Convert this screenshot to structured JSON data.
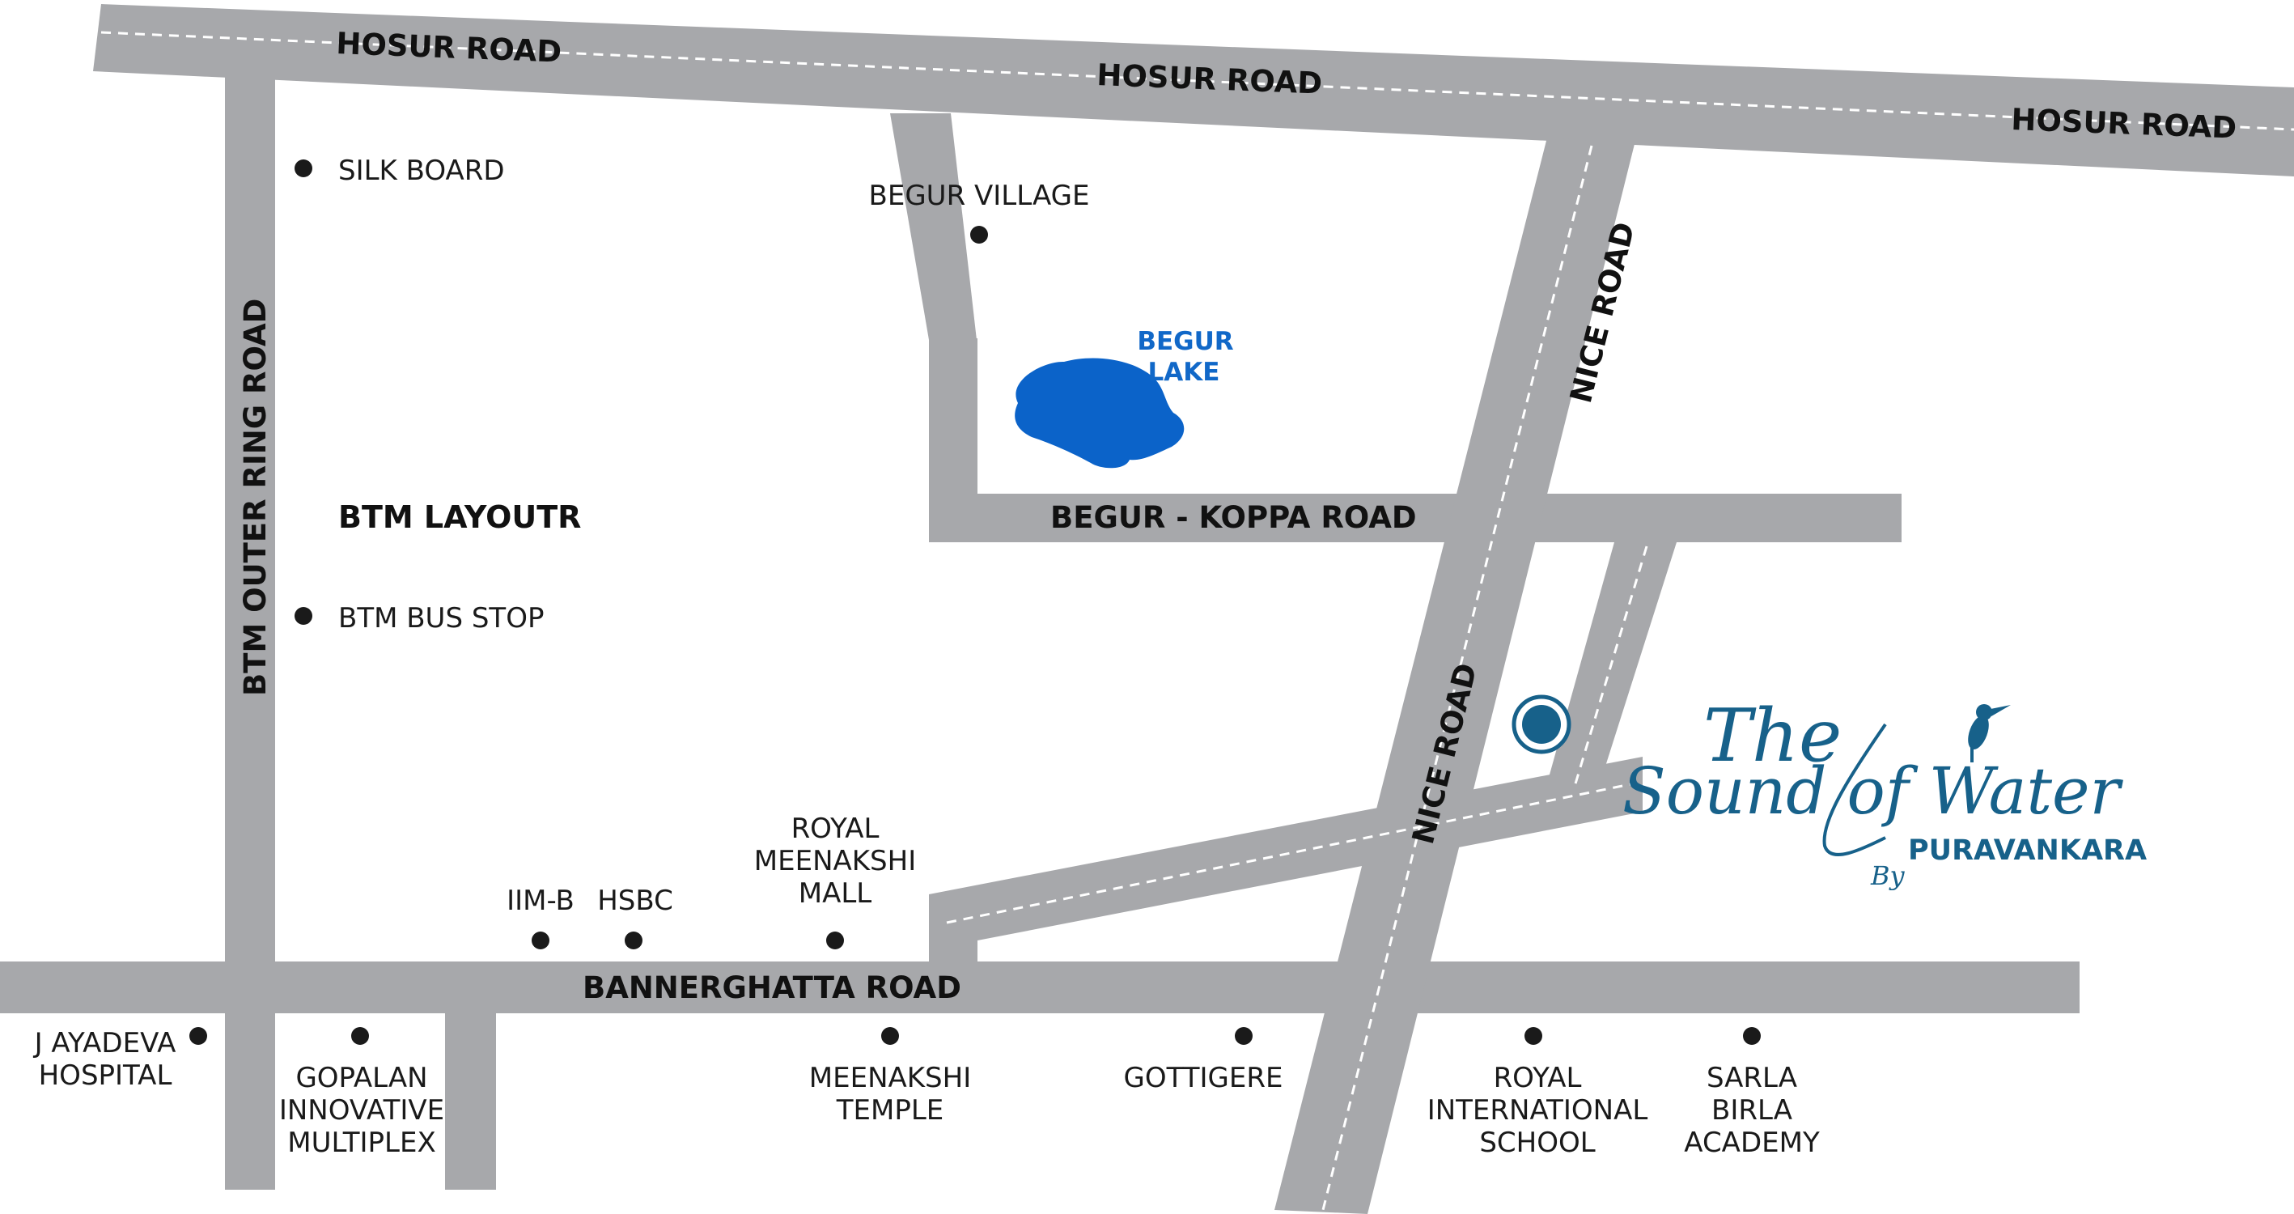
{
  "roads": {
    "hosur_1": "HOSUR  ROAD",
    "hosur_2": "HOSUR  ROAD",
    "hosur_3": "HOSUR  ROAD",
    "btm_outer_ring": "BTM OUTER RING ROAD",
    "nice_1": "NICE ROAD",
    "nice_2": "NICE ROAD",
    "begur_koppa": "BEGUR - KOPPA ROAD",
    "bannerghatta": "BANNERGHATTA ROAD"
  },
  "areas": {
    "btm_layout": "BTM LAYOUTR"
  },
  "lake": {
    "line1": "BEGUR",
    "line2": "LAKE",
    "color": "#0b63c9"
  },
  "landmarks": {
    "silk_board": "SILK BOARD",
    "btm_bus_stop": "BTM BUS STOP",
    "begur_village": "BEGUR VILLAGE",
    "iim_b": "IIM-B",
    "hsbc": "HSBC",
    "royal_meenakshi": [
      "ROYAL",
      "MEENAKSHI",
      "MALL"
    ],
    "jayadeva": [
      "J AYADEVA",
      "HOSPITAL"
    ],
    "gopalan": [
      "GOPALAN",
      "INNOVATIVE",
      "MULTIPLEX"
    ],
    "meenakshi_temple": [
      "MEENAKSHI",
      "TEMPLE"
    ],
    "gottigere": "GOTTIGERE",
    "royal_international": [
      "ROYAL",
      "INTERNATIONAL",
      "SCHOOL"
    ],
    "sarla_birla": [
      "SARLA",
      "BIRLA",
      "ACADEMY"
    ]
  },
  "brand": {
    "the": "The",
    "sound_of_water": "Sound of Water",
    "by": "By",
    "name": "PURAVANKARA",
    "color": "#17618a"
  },
  "colors": {
    "road": "#a7a8ab",
    "lake": "#0b63c9",
    "marker": "#17618a"
  },
  "icons": {
    "project_marker": "circle-target-icon",
    "landmark": "dot-icon",
    "kingfisher": "bird-icon"
  }
}
